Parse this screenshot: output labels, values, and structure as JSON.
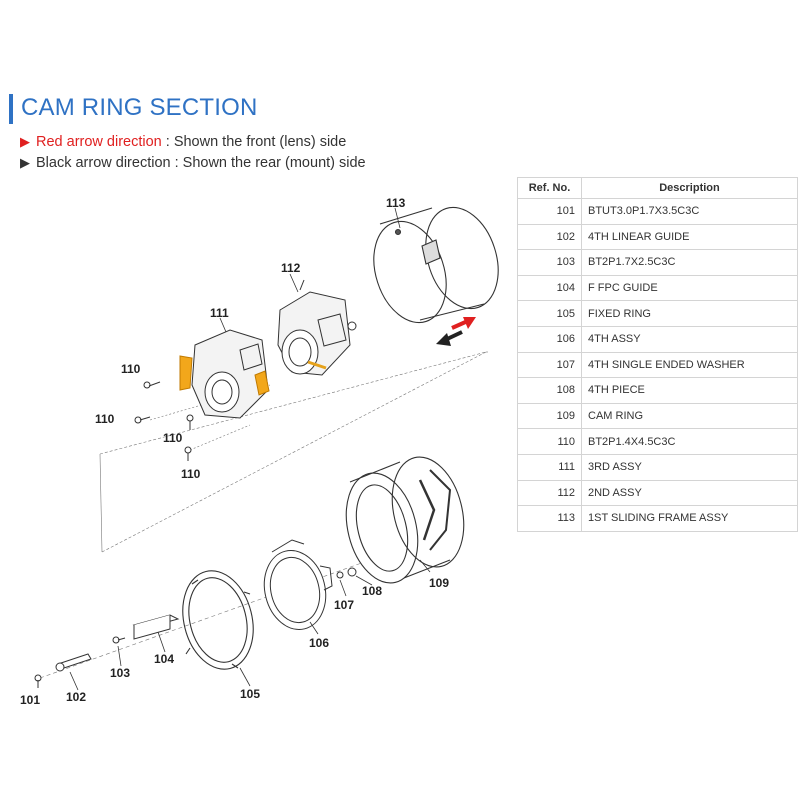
{
  "header": {
    "title": "CAM RING SECTION",
    "legend_red_label": "Red arrow direction",
    "legend_red_rest": " : Shown the front (lens) side",
    "legend_black_rest": "Black arrow direction : Shown the rear (mount) side",
    "red_color": "#e02020",
    "accent_color": "#2f72c4"
  },
  "table": {
    "col_ref": "Ref. No.",
    "col_desc": "Description",
    "rows": [
      {
        "ref": "101",
        "desc": "BTUT3.0P1.7X3.5C3C"
      },
      {
        "ref": "102",
        "desc": "4TH LINEAR GUIDE"
      },
      {
        "ref": "103",
        "desc": "BT2P1.7X2.5C3C"
      },
      {
        "ref": "104",
        "desc": "F FPC GUIDE"
      },
      {
        "ref": "105",
        "desc": "FIXED RING"
      },
      {
        "ref": "106",
        "desc": "4TH ASSY"
      },
      {
        "ref": "107",
        "desc": "4TH SINGLE ENDED WASHER"
      },
      {
        "ref": "108",
        "desc": "4TH PIECE"
      },
      {
        "ref": "109",
        "desc": "CAM RING"
      },
      {
        "ref": "110",
        "desc": "BT2P1.4X4.5C3C"
      },
      {
        "ref": "111",
        "desc": "3RD ASSY"
      },
      {
        "ref": "112",
        "desc": "2ND ASSY"
      },
      {
        "ref": "113",
        "desc": "1ST SLIDING FRAME ASSY"
      }
    ]
  },
  "callouts": {
    "c113": "113",
    "c112": "112",
    "c111": "111",
    "c110a": "110",
    "c110b": "110",
    "c110c": "110",
    "c110d": "110",
    "c109": "109",
    "c108": "108",
    "c107": "107",
    "c106": "106",
    "c105": "105",
    "c104": "104",
    "c103": "103",
    "c102": "102",
    "c101": "101"
  }
}
